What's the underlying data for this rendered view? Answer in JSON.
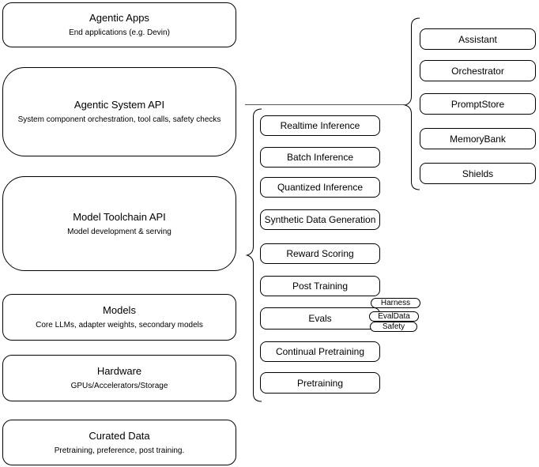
{
  "diagram": {
    "stack": [
      {
        "title": "Agentic Apps",
        "subtitle": "End applications (e.g. Devin)"
      },
      {
        "title": "Agentic System API",
        "subtitle": "System component orchestration, tool calls, safety checks"
      },
      {
        "title": "Model Toolchain API",
        "subtitle": "Model development & serving"
      },
      {
        "title": "Models",
        "subtitle": "Core LLMs, adapter weights, secondary models"
      },
      {
        "title": "Hardware",
        "subtitle": "GPUs/Accelerators/Storage"
      },
      {
        "title": "Curated Data",
        "subtitle": "Pretraining, preference, post training."
      }
    ],
    "toolchain_items": [
      "Realtime Inference",
      "Batch Inference",
      "Quantized Inference",
      "Synthetic Data Generation",
      "Reward Scoring",
      "Post Training",
      "Evals",
      "Continual Pretraining",
      "Pretraining"
    ],
    "eval_tags": [
      "Harness",
      "EvalData",
      "Safety"
    ],
    "system_components": [
      "Assistant",
      "Orchestrator",
      "PromptStore",
      "MemoryBank",
      "Shields"
    ],
    "colors": {
      "border": "#000000",
      "background": "#ffffff",
      "text": "#000000",
      "connector": "#595959"
    }
  }
}
